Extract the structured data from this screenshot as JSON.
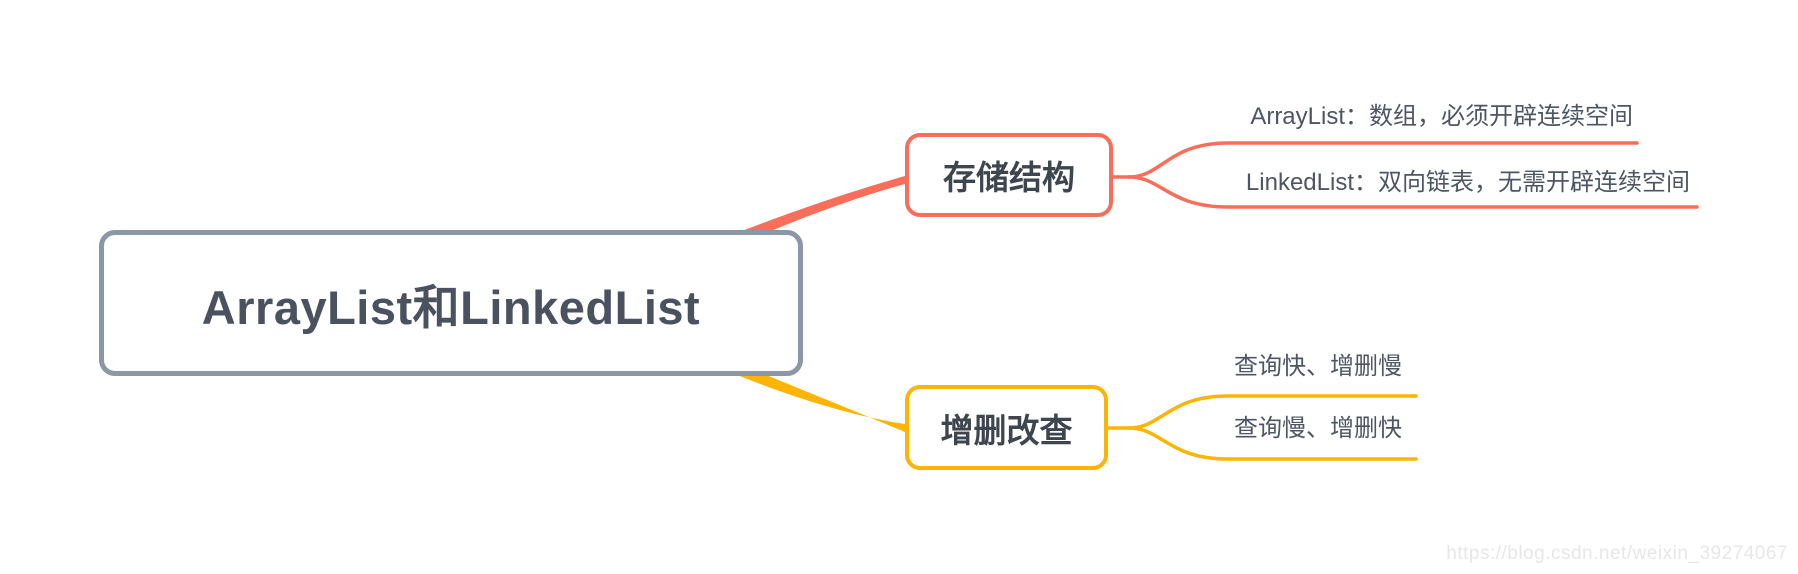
{
  "canvas": {
    "background": "#ffffff"
  },
  "watermark": {
    "text": "https://blog.csdn.net/weixin_39274067",
    "color": "#e7e7e7"
  },
  "mindmap": {
    "root": {
      "label": "ArrayList和LinkedList",
      "border_color": "#8b97a6",
      "text_color": "#4a5260"
    },
    "branches": [
      {
        "label": "存储结构",
        "color": "#f96e5b",
        "text_color": "#3d454f",
        "children": [
          "ArrayList：数组，必须开辟连续空间",
          "LinkedList：双向链表，无需开辟连续空间"
        ]
      },
      {
        "label": "增删改查",
        "color": "#fdb404",
        "text_color": "#3d454f",
        "children": [
          "查询快、增删慢",
          "查询慢、增删快"
        ]
      }
    ],
    "leaf_text_color": "#4d5665"
  }
}
